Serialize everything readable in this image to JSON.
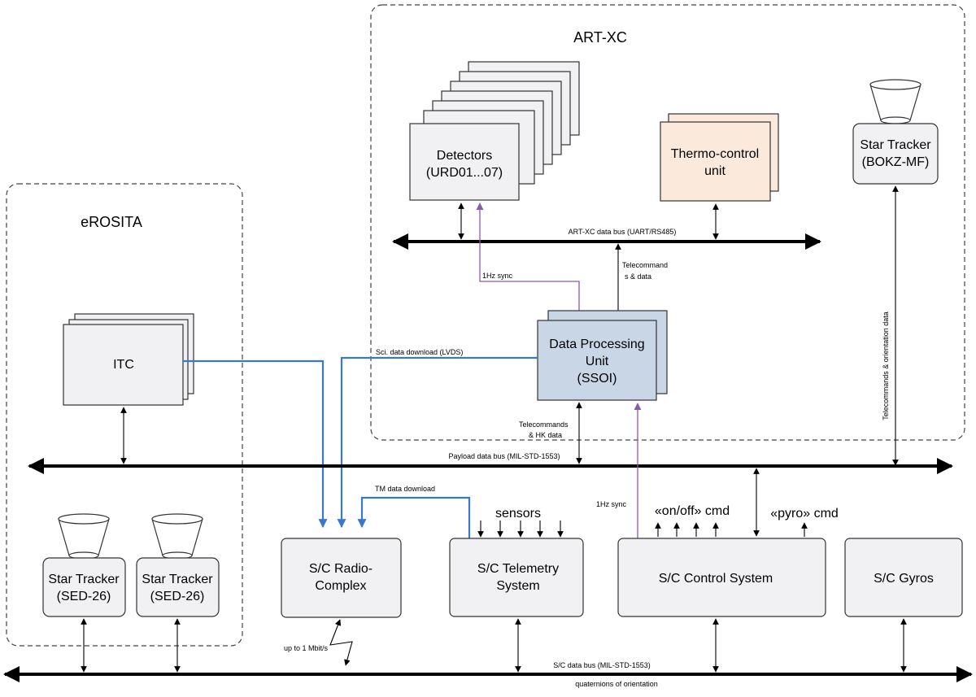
{
  "groups": {
    "artxc": "ART-XC",
    "erosita": "eROSITA"
  },
  "units": {
    "detectors": [
      "Detectors",
      "(URD01...07)"
    ],
    "thermo": [
      "Thermo-control",
      "unit"
    ],
    "star_tracker_bokz": [
      "Star Tracker",
      "(BOKZ-MF)"
    ],
    "itc": "ITC",
    "dpu": [
      "Data Processing",
      "Unit",
      "(SSOI)"
    ],
    "star_tracker_sed_1": [
      "Star Tracker",
      "(SED-26)"
    ],
    "star_tracker_sed_2": [
      "Star Tracker",
      "(SED-26)"
    ],
    "radio_complex": [
      "S/C Radio-",
      "Complex"
    ],
    "telemetry": [
      "S/C Telemetry",
      "System"
    ],
    "control_system": "S/C Control System",
    "gyros": "S/C Gyros"
  },
  "labels": {
    "artxc_bus": "ART-XC data bus (UART/RS485)",
    "telecommands_data": [
      "Telecommand",
      "s & data"
    ],
    "sync_top": "1Hz sync",
    "sci_download": "Sci. data download (LVDS)",
    "tc_hk": [
      "Telecommands",
      "& HK data"
    ],
    "payload_bus": "Payload data bus (MIL-STD-1553)",
    "tm_download": "TM data download",
    "sync_bottom": "1Hz sync",
    "sensors": "sensors",
    "onoff_cmd": "«on/off» cmd",
    "pyro_cmd": "«pyro» cmd",
    "rate": "up to 1 Mbit/s",
    "sc_bus": "S/C data bus (MIL-STD-1553)",
    "quaternions": "quaternions of orientation",
    "vertical_tc": "Telecommands & orientation data"
  },
  "colors": {
    "box_gray": "#f1f1f3",
    "thermo_fill": "#fbe9dc",
    "dpu_fill": "#c9d6e6",
    "lvds_blue": "#3a78c9",
    "sync_purple": "#8a5aad"
  }
}
